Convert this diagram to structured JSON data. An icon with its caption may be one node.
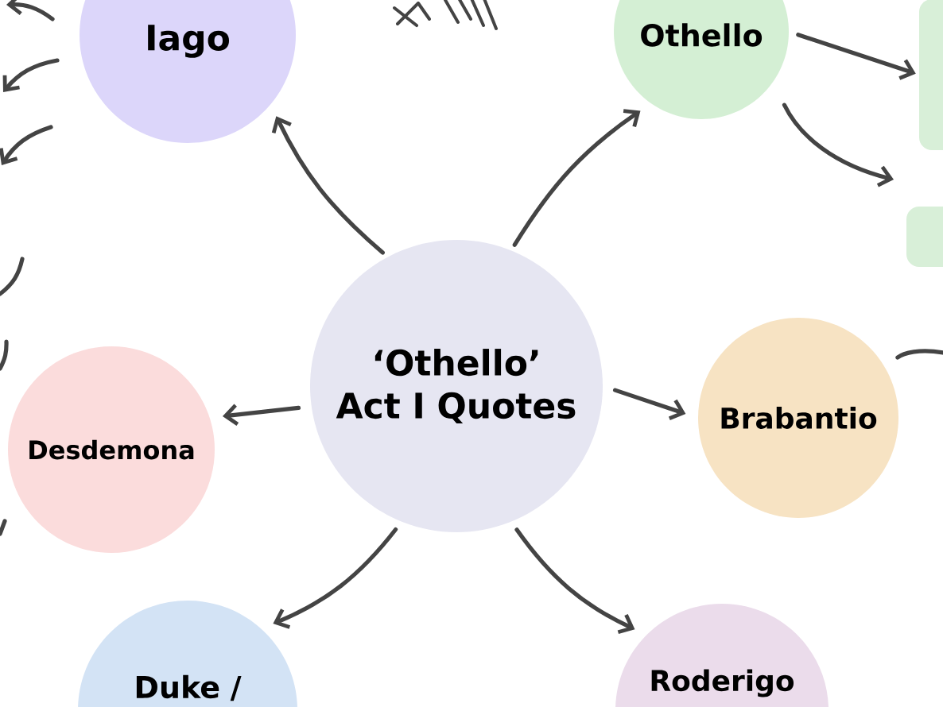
{
  "diagram": {
    "nodes": [
      {
        "text": [
          "‘Othello’ Act I Quotes"
        ]
      },
      {
        "text": [
          "Iago"
        ]
      },
      {
        "text": [
          "Othello"
        ]
      },
      {
        "text": [
          "Brabantio"
        ]
      },
      {
        "text": [
          "Desdemona"
        ]
      },
      {
        "text": [
          "Duke /"
        ]
      },
      {
        "text": [
          "Roderigo"
        ]
      },
      {
        "text": [],
        "shape": "box"
      },
      {
        "text": [],
        "shape": "box"
      }
    ],
    "edges": [
      {
        "from": 0,
        "to": 1,
        "arrow": "to"
      },
      {
        "from": 0,
        "to": 2,
        "arrow": "to"
      },
      {
        "from": 0,
        "to": 3,
        "arrow": "to"
      },
      {
        "from": 0,
        "to": 4,
        "arrow": "to"
      },
      {
        "from": 0,
        "to": 5,
        "arrow": "to"
      },
      {
        "from": 0,
        "to": 6,
        "arrow": "to"
      },
      {
        "from": 2,
        "to": 7,
        "arrow": "to"
      },
      {
        "from": 2,
        "to": 8,
        "arrow": "to"
      },
      {
        "from": 3,
        "to": null,
        "arrow": "none"
      }
    ]
  }
}
